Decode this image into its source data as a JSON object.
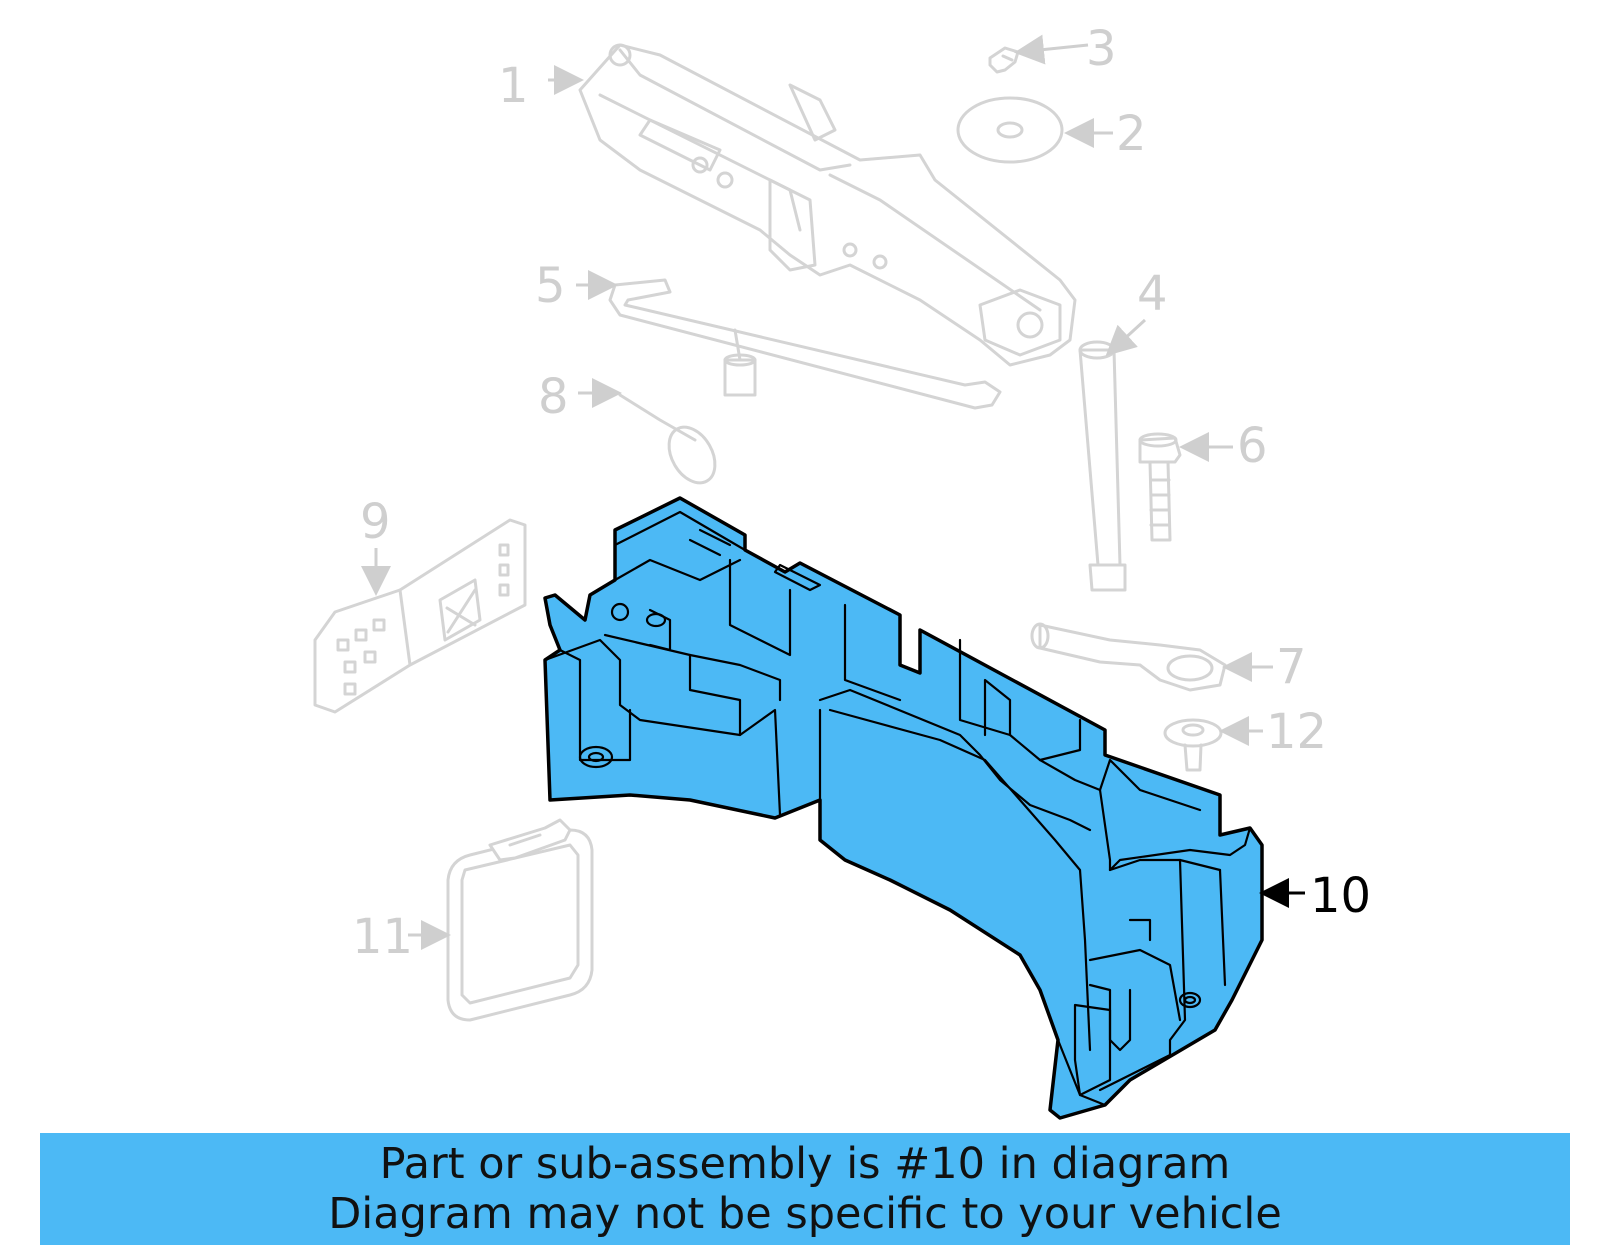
{
  "diagram": {
    "highlight_color": "#4cb9f5",
    "highlighted_part": "10",
    "callouts": [
      {
        "id": "1",
        "label": "1"
      },
      {
        "id": "2",
        "label": "2"
      },
      {
        "id": "3",
        "label": "3"
      },
      {
        "id": "4",
        "label": "4"
      },
      {
        "id": "5",
        "label": "5"
      },
      {
        "id": "6",
        "label": "6"
      },
      {
        "id": "7",
        "label": "7"
      },
      {
        "id": "8",
        "label": "8"
      },
      {
        "id": "9",
        "label": "9"
      },
      {
        "id": "10",
        "label": "10"
      },
      {
        "id": "11",
        "label": "11"
      },
      {
        "id": "12",
        "label": "12"
      }
    ]
  },
  "banner": {
    "line1": "Part or sub-assembly is #10 in diagram",
    "line2": "Diagram may not be specific to your vehicle"
  }
}
